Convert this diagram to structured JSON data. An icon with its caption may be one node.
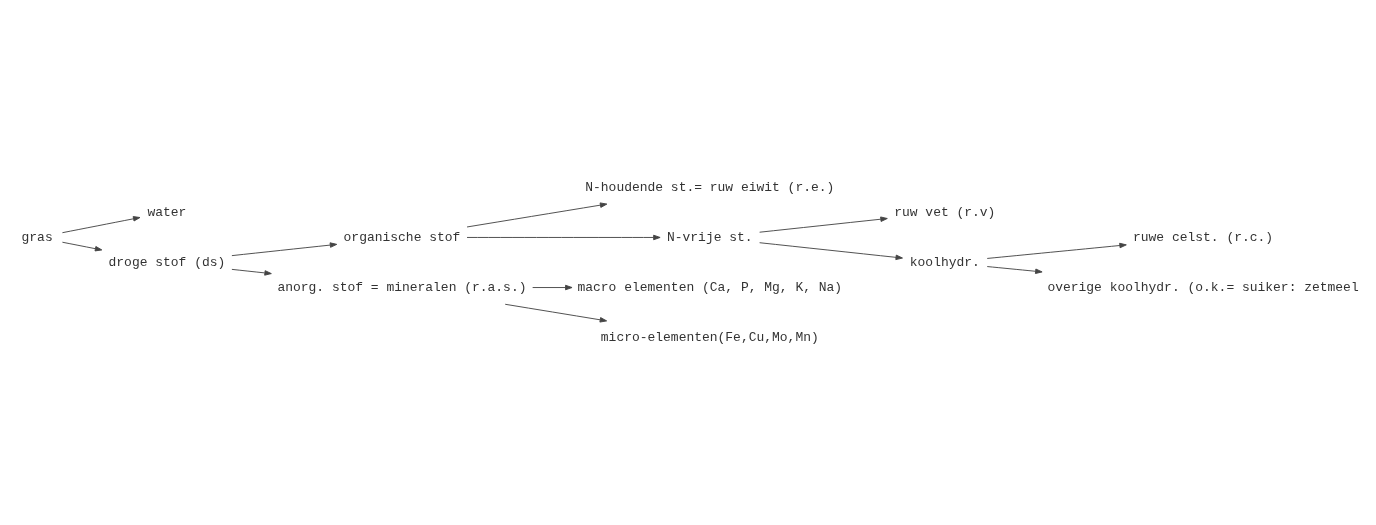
{
  "diagram": {
    "nodes": [
      {
        "text": [
          "gras"
        ]
      },
      {
        "text": [
          "water"
        ]
      },
      {
        "text": [
          "droge stof (ds)"
        ]
      },
      {
        "text": [
          "organische stof"
        ]
      },
      {
        "text": [
          "anorg. stof = mineralen (r.a.s.)"
        ]
      },
      {
        "text": [
          "N-houdende st.= ruw eiwit (r.e.)"
        ]
      },
      {
        "text": [
          "N-vrije st."
        ]
      },
      {
        "text": [
          "ruw vet (r.v)"
        ]
      },
      {
        "text": [
          "koolhydr."
        ]
      },
      {
        "text": [
          "ruwe celst. (r.c.)"
        ]
      },
      {
        "text": [
          "overige koolhydr. (o.k.= suiker: zetmeel"
        ]
      },
      {
        "text": [
          "macro elementen (Ca, P, Mg, K, Na)"
        ]
      },
      {
        "text": [
          "micro-elementen(Fe,Cu,Mo,Mn)"
        ]
      }
    ],
    "edges": [
      {
        "from": 0,
        "to": 1,
        "arrow": "to"
      },
      {
        "from": 0,
        "to": 2,
        "arrow": "to"
      },
      {
        "from": 2,
        "to": 3,
        "arrow": "to"
      },
      {
        "from": 2,
        "to": 4,
        "arrow": "to"
      },
      {
        "from": 3,
        "to": 5,
        "arrow": "to"
      },
      {
        "from": 3,
        "to": 6,
        "arrow": "to"
      },
      {
        "from": 6,
        "to": 7,
        "arrow": "to"
      },
      {
        "from": 6,
        "to": 8,
        "arrow": "to"
      },
      {
        "from": 8,
        "to": 9,
        "arrow": "to"
      },
      {
        "from": 8,
        "to": 10,
        "arrow": "to"
      },
      {
        "from": 4,
        "to": 11,
        "arrow": "to"
      },
      {
        "from": 4,
        "to": 12,
        "arrow": "to"
      }
    ]
  }
}
